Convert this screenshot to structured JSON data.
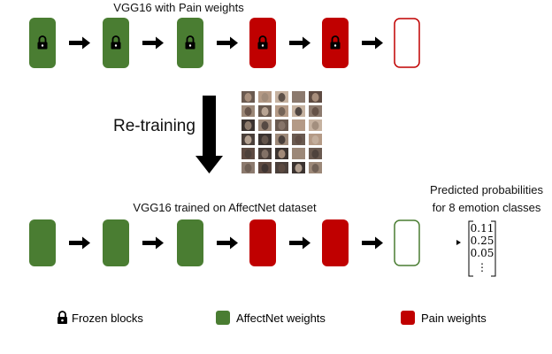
{
  "colors": {
    "affectnet": "#4a7d32",
    "pain": "#c00000",
    "empty_border_top": "#c00000",
    "empty_border_bottom": "#4a7d32",
    "arrow": "#000000"
  },
  "top_pipeline": {
    "title": "VGG16 with Pain weights",
    "blocks": [
      {
        "weights": "affectnet",
        "frozen": true
      },
      {
        "weights": "affectnet",
        "frozen": true
      },
      {
        "weights": "affectnet",
        "frozen": true
      },
      {
        "weights": "pain",
        "frozen": true
      },
      {
        "weights": "pain",
        "frozen": true
      },
      {
        "weights": "none",
        "frozen": false
      }
    ]
  },
  "retraining": {
    "label": "Re-training",
    "image_icon": "face-grid-image"
  },
  "bottom_pipeline": {
    "title": "VGG16 trained on AffectNet dataset",
    "blocks": [
      {
        "weights": "affectnet",
        "frozen": false
      },
      {
        "weights": "affectnet",
        "frozen": false
      },
      {
        "weights": "affectnet",
        "frozen": false
      },
      {
        "weights": "pain",
        "frozen": false
      },
      {
        "weights": "pain",
        "frozen": false
      },
      {
        "weights": "none",
        "frozen": false
      }
    ]
  },
  "output": {
    "label_line1": "Predicted probabilities",
    "label_line2": "for 8 emotion classes",
    "values": [
      "0.11",
      "0.25",
      "0.05",
      "⋮"
    ]
  },
  "legend": {
    "frozen": "Frozen blocks",
    "affectnet": "AffectNet weights",
    "pain": "Pain weights"
  }
}
